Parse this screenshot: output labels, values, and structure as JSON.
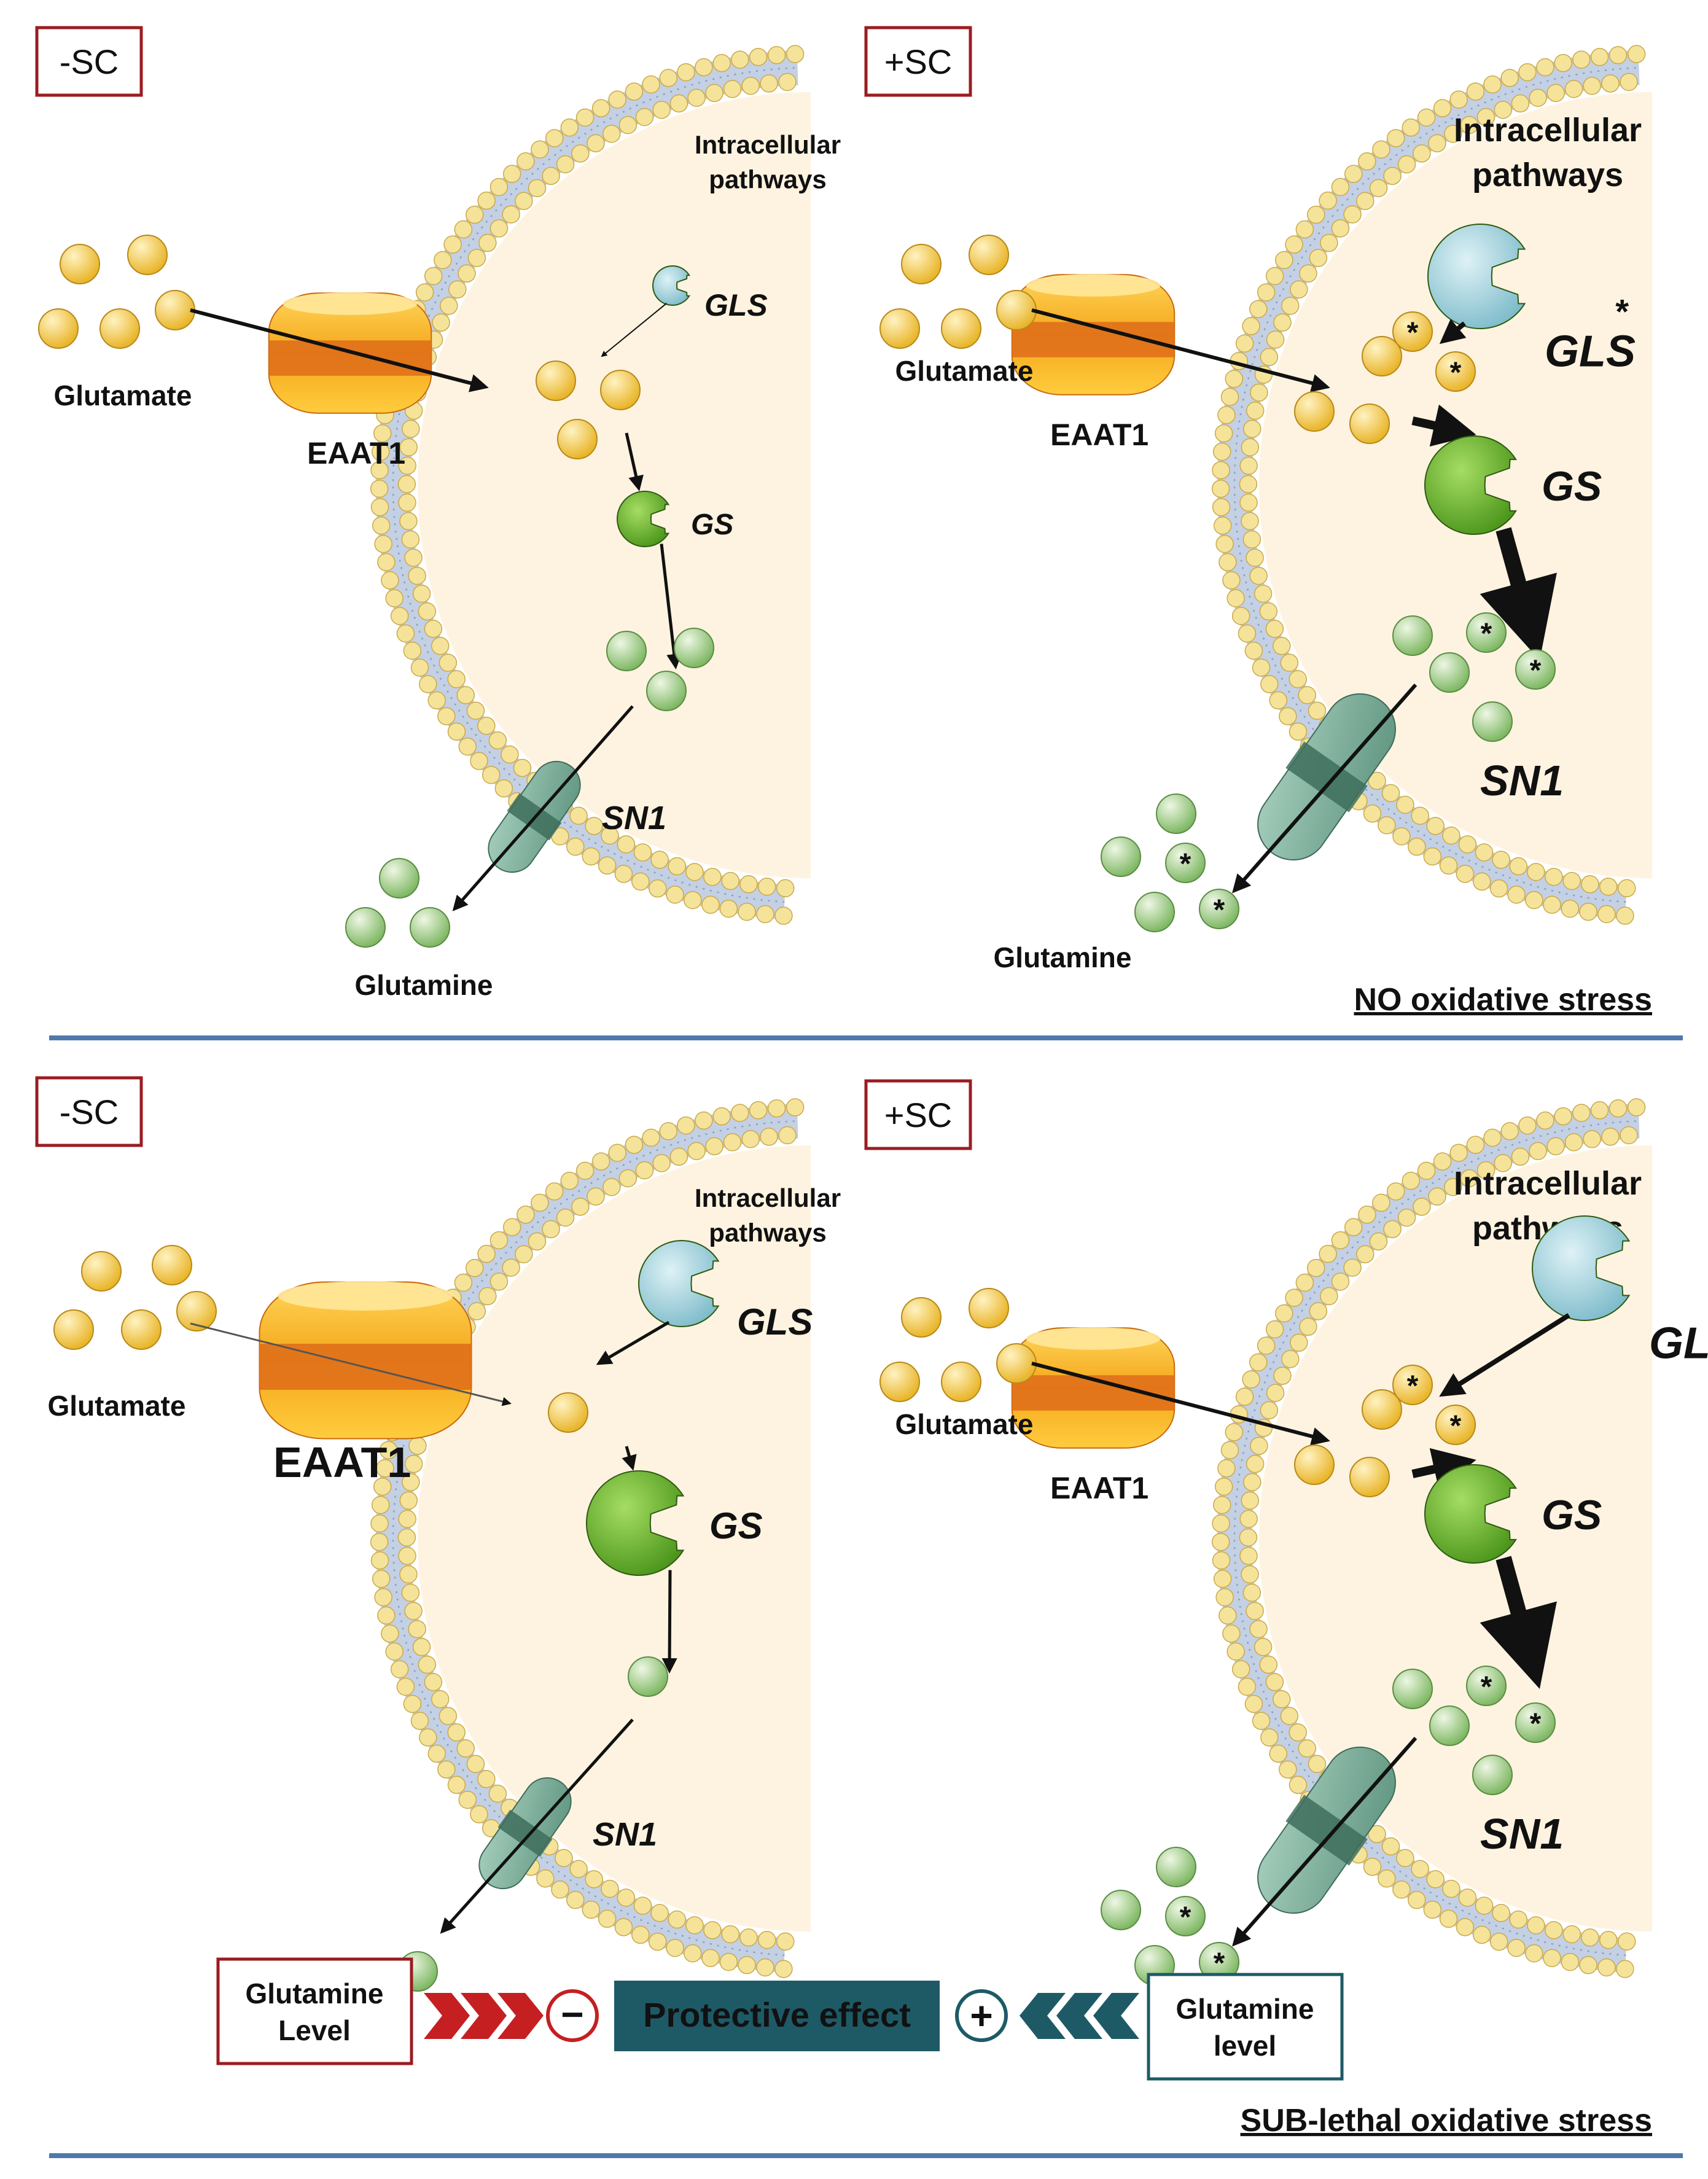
{
  "colors": {
    "cytoplasm": "#fdf3e0",
    "lipid_head": "#f6e39a",
    "lipid_head_stroke": "#c9a94a",
    "membrane_core": "#c4d0e3",
    "membrane_tail": "#8aa0c0",
    "eaat1": "#f7b21f",
    "eaat1_dark": "#e0701a",
    "sn1": "#7bae9a",
    "sn1_dark": "#3e6e5c",
    "glutamate": "#f2c53d",
    "glutamine": "#a8d08d",
    "gls": "#9fd0dc",
    "gs": "#6ab82d",
    "asterisk": "#2d8aa8",
    "box_border": "#9b1c22",
    "divider": "#4f79ac",
    "protective_bg": "#1e5a66",
    "chevron_red": "#c51f22",
    "chevron_teal": "#1e5a66",
    "eaat1_label": "#b5651d",
    "sn1_label": "#444444"
  },
  "panels": [
    {
      "condition": "-SC",
      "intracellular": [
        "Intracellular",
        "pathways"
      ],
      "gls": "GLS",
      "gs": "GS",
      "eaat1": "EAAT1",
      "sn1": "SN1",
      "glutamate": "Glutamate",
      "glutamine": "Glutamine"
    },
    {
      "condition": "+SC",
      "intracellular": [
        "Intracellular",
        "pathways"
      ],
      "gls": "GLS",
      "gls_mark": "*",
      "gs": "GS",
      "eaat1": "EAAT1",
      "sn1": "SN1",
      "glutamate": "Glutamate",
      "glutamine": "Glutamine"
    },
    {
      "condition": "-SC",
      "intracellular": [
        "Intracellular",
        "pathways"
      ],
      "gls": "GLS",
      "gs": "GS",
      "eaat1": "EAAT1",
      "sn1": "SN1",
      "glutamate": "Glutamate"
    },
    {
      "condition": "+SC",
      "intracellular": [
        "Intracellular",
        "pathways"
      ],
      "gls": "GLS",
      "gls_mark": "*",
      "gs": "GS",
      "eaat1": "EAAT1",
      "sn1": "SN1",
      "glutamate": "Glutamate"
    }
  ],
  "section_labels": {
    "top": "NO oxidative stress",
    "bottom": "SUB-lethal oxidative stress"
  },
  "summary": {
    "left_box": [
      "Glutamine",
      "Level"
    ],
    "right_box": [
      "Glutamine",
      "level"
    ],
    "protective": "Protective effect",
    "minus": "−",
    "plus": "+"
  }
}
